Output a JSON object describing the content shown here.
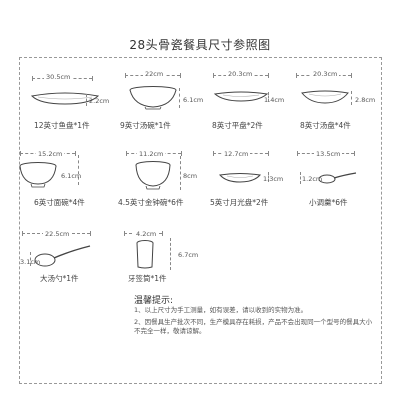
{
  "title": "28头骨瓷餐具尺寸参照图",
  "items": [
    {
      "caption": "12英寸鱼盘*1件",
      "width": "30.5cm",
      "height": "2.2cm"
    },
    {
      "caption": "9英寸汤碗*1件",
      "width": "22cm",
      "height": "6.1cm"
    },
    {
      "caption": "8英寸平盘*2件",
      "width": "20.3cm",
      "height": "1.4cm"
    },
    {
      "caption": "8英寸汤盘*4件",
      "width": "20.3cm",
      "height": "2.8cm"
    },
    {
      "caption": "6英寸面碗*4件",
      "width": "15.2cm",
      "height": "6.1cm"
    },
    {
      "caption": "4.5英寸金钟碗*6件",
      "width": "11.2cm",
      "height": "8cm"
    },
    {
      "caption": "5英寸月光盘*2件",
      "width": "12.7cm",
      "height": "1.3cm"
    },
    {
      "caption": "小调羹*6件",
      "width": "13.5cm",
      "height": "1.2cm"
    },
    {
      "caption": "大汤勺*1件",
      "width": "22.5cm",
      "height": "3.1cm"
    },
    {
      "caption": "牙签筒*1件",
      "width": "4.2cm",
      "height": "6.7cm"
    }
  ],
  "tips": {
    "heading": "温馨提示:",
    "lines": [
      "1、以上尺寸为手工测量，如有误差，请以收到的实物为准。",
      "2、因餐具生产批次不同，生产模具存在耗损，产品不会出现同一个型号的餐具大小不完全一样，敬请谅解。"
    ]
  }
}
